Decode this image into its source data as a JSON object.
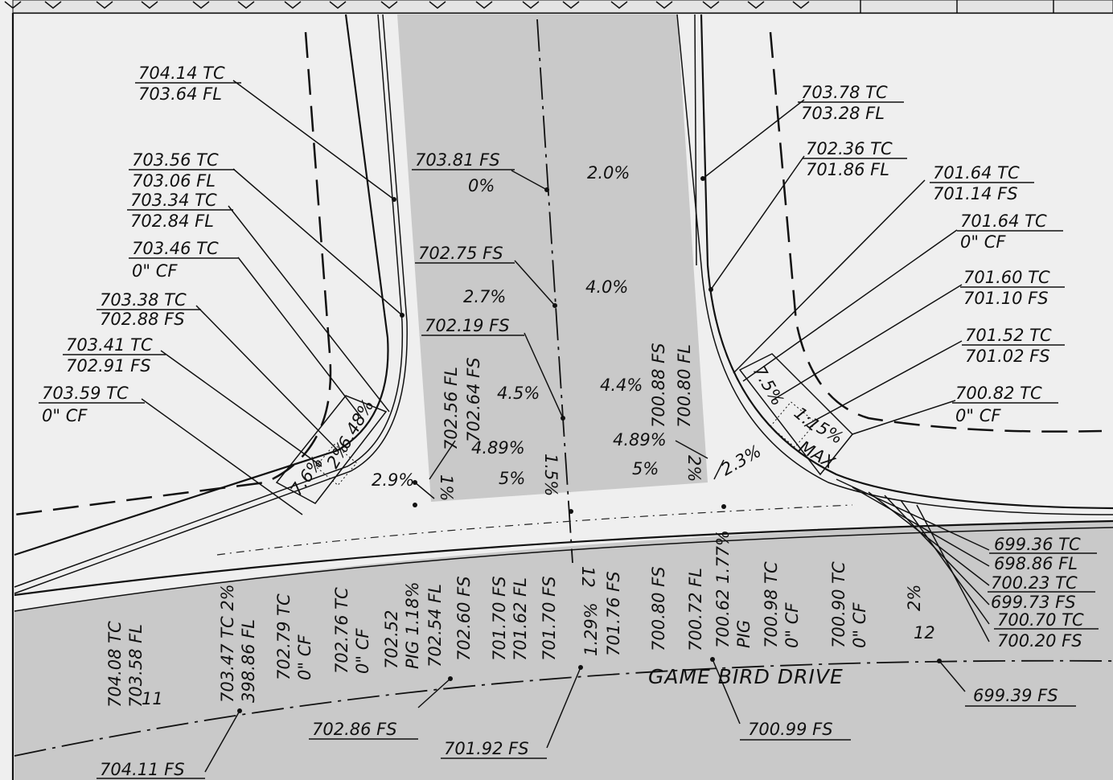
{
  "road_name": "GAME BIRD DRIVE",
  "station_labels": [
    "11",
    "12",
    "12"
  ],
  "elevation_callouts_left": [
    {
      "top": "704.14 TC",
      "bottom": "703.64 FL"
    },
    {
      "top": "703.56 TC",
      "bottom": "703.06 FL"
    },
    {
      "top": "703.34 TC",
      "bottom": "702.84 FL"
    },
    {
      "top": "703.46 TC",
      "bottom": "0\" CF"
    },
    {
      "top": "703.38 TC",
      "bottom": "702.88 FS"
    },
    {
      "top": "703.41 TC",
      "bottom": "702.91 FS"
    },
    {
      "top": "703.59 TC",
      "bottom": "0\" CF"
    }
  ],
  "elevation_callouts_right": [
    {
      "top": "703.78 TC",
      "bottom": "703.28 FL"
    },
    {
      "top": "702.36 TC",
      "bottom": "701.86 FL"
    },
    {
      "top": "701.64 TC",
      "bottom": "701.14 FS"
    },
    {
      "top": "701.64 TC",
      "bottom": "0\" CF"
    },
    {
      "top": "701.60 TC",
      "bottom": "701.10 FS"
    },
    {
      "top": "701.52 TC",
      "bottom": "701.02 FS"
    },
    {
      "top": "700.82 TC",
      "bottom": "0\" CF"
    }
  ],
  "elevation_callouts_far_right": [
    "699.36 TC",
    "698.86 FL",
    "700.23 TC",
    "699.73 FS",
    "700.70 TC",
    "700.20 FS"
  ],
  "drive_spot_elevations": [
    "703.81 FS",
    "702.75 FS",
    "702.19 FS"
  ],
  "drive_slopes": [
    "0%",
    "2.0%",
    "2.7%",
    "4.0%",
    "4.5%",
    "4.4%",
    "4.89%",
    "4.89%",
    "5%",
    "5%",
    "1.5%",
    "1%",
    "2%",
    "2.9%",
    "2.3%"
  ],
  "drive_vertical_labels": [
    "702.56 FL",
    "702.64 FS",
    "700.88 FS",
    "700.80 FL"
  ],
  "ramp_labels": [
    "7.6%",
    "6.48%",
    "2%",
    "7.5%",
    "5%",
    "MAX",
    "1:1"
  ],
  "bottom_vertical_labels": [
    {
      "top": "704.08 TC",
      "bottom": "703.58 FL"
    },
    {
      "top": "703.47 TC 2%",
      "bottom": "398.86 FL"
    },
    {
      "top": "702.79 TC",
      "bottom": "0\" CF"
    },
    {
      "top": "702.76 TC",
      "bottom": "0\" CF"
    },
    {
      "top": "702.52",
      "bottom": "PIG 1.18%"
    },
    {
      "top": "702.54 FL",
      "bottom": ""
    },
    {
      "top": "702.60 FS",
      "bottom": ""
    },
    {
      "top": "701.70 FS",
      "bottom": "701.62 FL"
    },
    {
      "top": "701.70 FS",
      "bottom": ""
    },
    {
      "top": "1.29%",
      "bottom": "701.76 FS"
    },
    {
      "top": "700.80 FS",
      "bottom": ""
    },
    {
      "top": "700.72 FL",
      "bottom": ""
    },
    {
      "top": "700.62 1.77%",
      "bottom": "PIG"
    },
    {
      "top": "700.98 TC",
      "bottom": "0\" CF"
    },
    {
      "top": "700.90 TC",
      "bottom": "0\" CF"
    },
    {
      "top": "2%",
      "bottom": ""
    }
  ],
  "bottom_callouts": [
    "702.86 FS",
    "701.92 FS",
    "700.99 FS",
    "699.39 FS",
    "704.11 FS"
  ],
  "colors": {
    "paper": "#efefef",
    "paving": "#c9c9c9",
    "ink": "#111111"
  }
}
